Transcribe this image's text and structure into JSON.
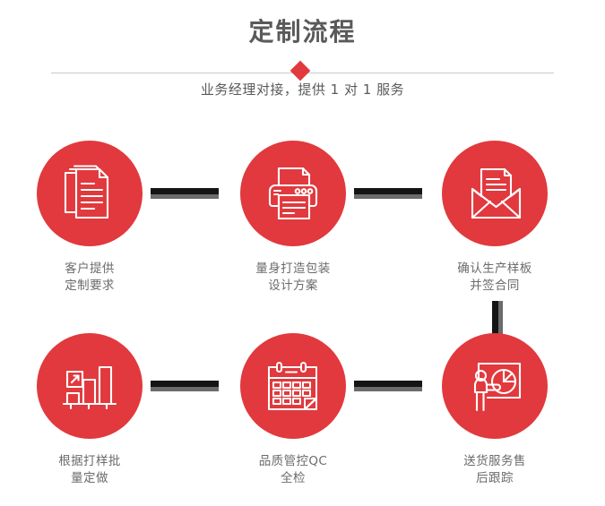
{
  "header": {
    "title": "定制流程",
    "subtitle": "业务经理对接，提供 1 对 1 服务",
    "divider_icon": "diamond-marker",
    "accent_color": "#e1393d",
    "title_color": "#5a5a5a",
    "divider_color": "#c9c9c9"
  },
  "flow": {
    "connector_color": "#141414",
    "connector_shadow_color": "#6b6b6b",
    "circle_color": "#e1393d",
    "label_color": "#6b6b6b",
    "rows": [
      {
        "row_index": 1,
        "steps": [
          {
            "step": 1,
            "icon": "documents-stack-icon",
            "label": "客户提供\n定制要求"
          },
          {
            "step": 2,
            "icon": "printer-icon",
            "label": "量身打造包装\n设计方案"
          },
          {
            "step": 3,
            "icon": "envelope-document-icon",
            "label": "确认生产样板\n并签合同"
          }
        ]
      },
      {
        "row_index": 2,
        "steps": [
          {
            "step": 4,
            "icon": "bar-chart-growth-icon",
            "label": "根据打样批\n量定做"
          },
          {
            "step": 5,
            "icon": "calendar-icon",
            "label": "品质管控QC\n全检"
          },
          {
            "step": 6,
            "icon": "presenter-pie-chart-icon",
            "label": "送货服务售\n后跟踪"
          }
        ]
      }
    ]
  }
}
